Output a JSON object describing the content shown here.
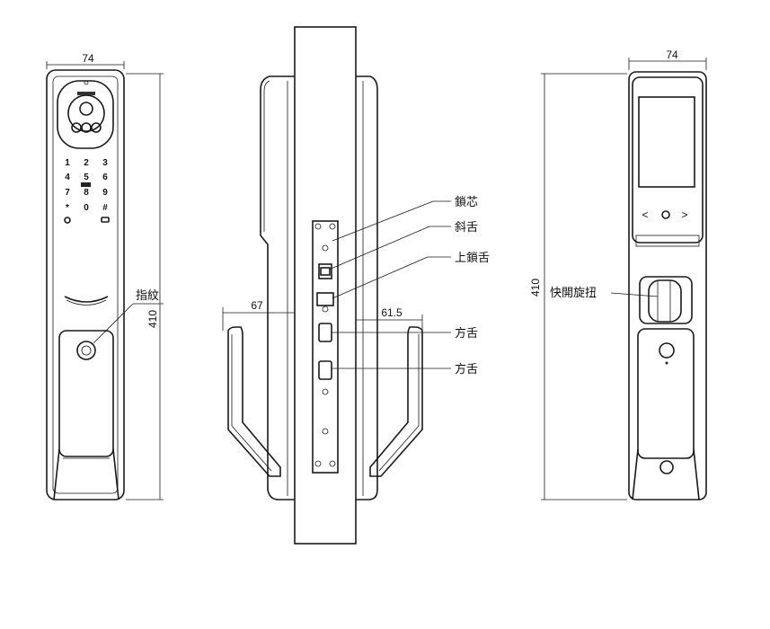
{
  "dimensions": {
    "front_width": "74",
    "front_height": "410",
    "side_outer": "67",
    "side_inner": "61.5",
    "back_width": "74",
    "back_height": "410"
  },
  "keypad": {
    "keys": [
      "1",
      "2",
      "3",
      "4",
      "5",
      "6",
      "7",
      "8",
      "9",
      "*",
      "0",
      "#"
    ]
  },
  "labels": {
    "fingerprint": "指紋",
    "lock_core": "鎖芯",
    "latch": "斜舌",
    "upper_deadbolt": "上鎖舌",
    "square_bolt_1": "方舌",
    "square_bolt_2": "方舌",
    "quick_knob": "快開旋扭"
  },
  "back_panel": {
    "nav_left": "<",
    "nav_center": "○",
    "nav_right": ">"
  }
}
